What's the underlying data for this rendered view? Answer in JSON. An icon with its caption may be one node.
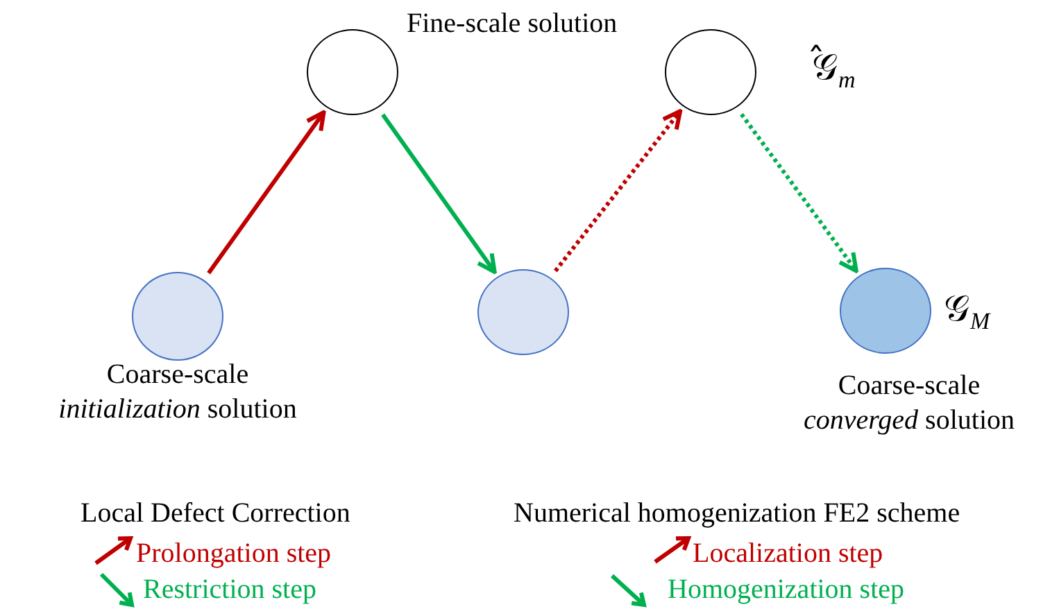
{
  "diagram": {
    "nodes": [
      {
        "text": [],
        "shape": "circle",
        "beside": [
          "Coarse-scale *initialization* solution"
        ]
      },
      {
        "text": [],
        "shape": "circle"
      },
      {
        "text": [],
        "shape": "circle"
      },
      {
        "text": [],
        "shape": "circle",
        "beside": [
          "𝒢̂$_{m}$"
        ]
      },
      {
        "text": [],
        "shape": "circle",
        "beside": [
          "𝒢$_{M}$",
          "Coarse-scale *converged* solution"
        ]
      }
    ],
    "edges": [
      {
        "from": 0,
        "to": 1,
        "arrow": "to",
        "color": "#c00000"
      },
      {
        "from": 1,
        "to": 2,
        "arrow": "to",
        "color": "#00b050"
      },
      {
        "from": 2,
        "to": 3,
        "arrow": "to",
        "style": "dashed",
        "color": "#c00000"
      },
      {
        "from": 3,
        "to": 4,
        "arrow": "to",
        "style": "dashed",
        "color": "#00b050"
      }
    ],
    "labels": [
      "Fine-scale solution",
      "Local Defect Correction",
      "Numerical homogenization FE2 scheme"
    ],
    "legend": [
      {
        "text": "Prolongation step"
      },
      {
        "text": "Restriction step"
      },
      {
        "text": "Localization step"
      },
      {
        "text": "Homogenization step"
      }
    ]
  }
}
